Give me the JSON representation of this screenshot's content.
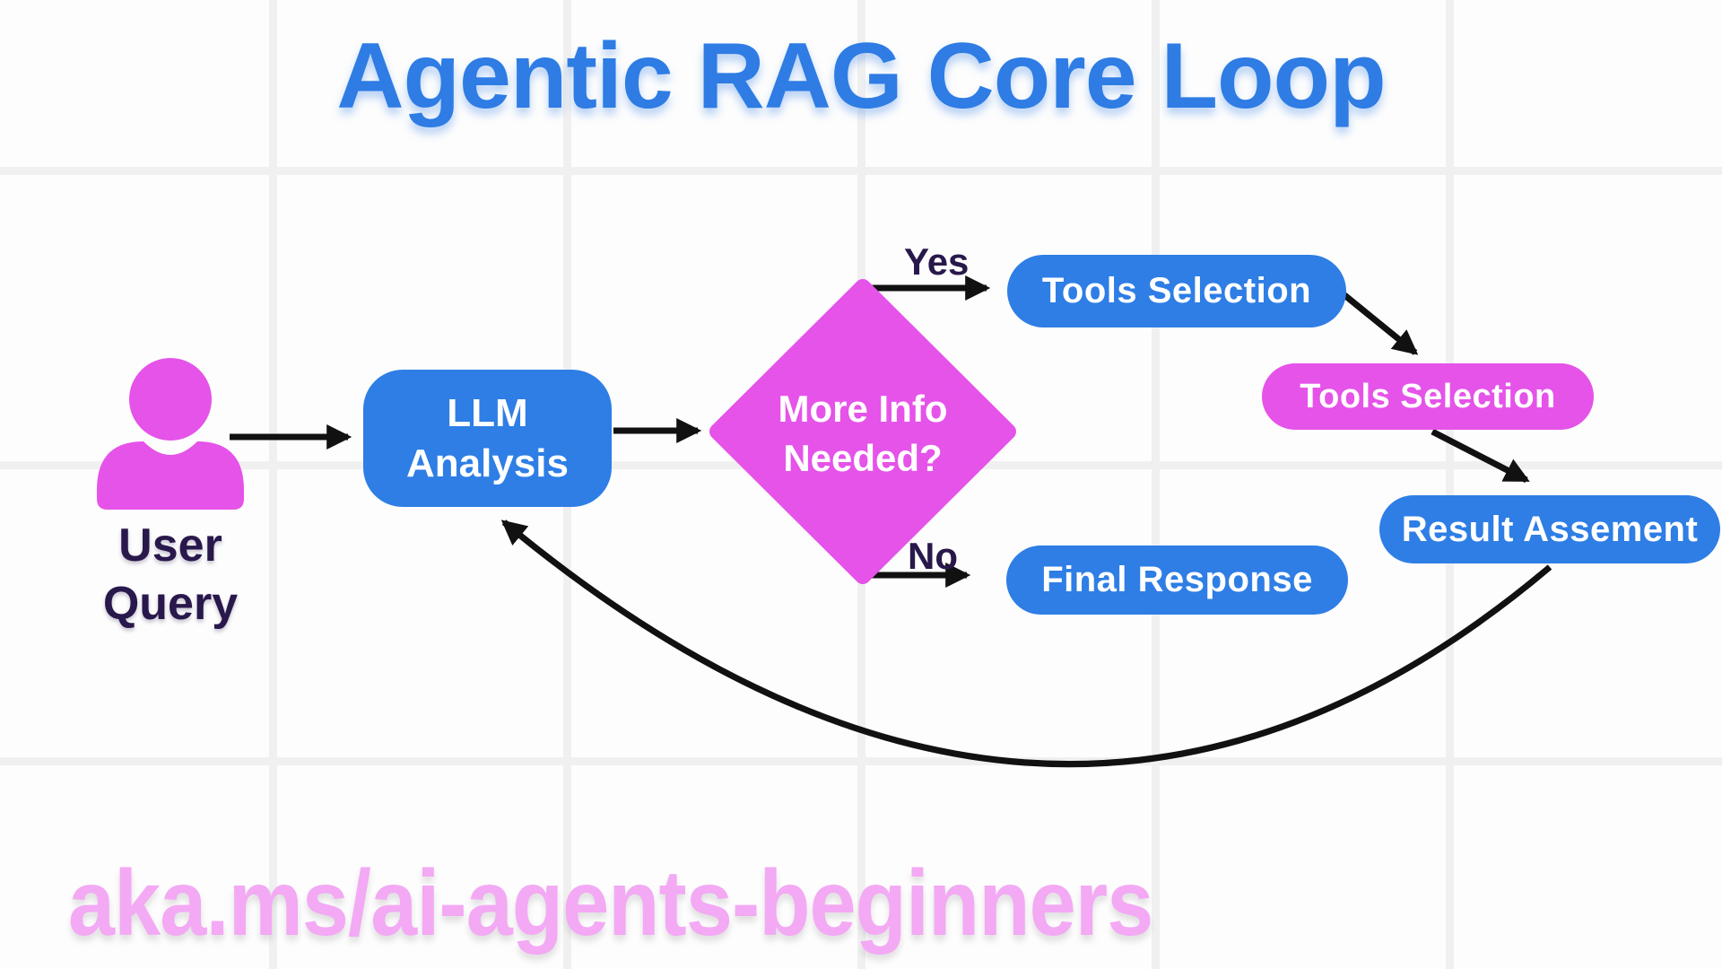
{
  "title": "Agentic RAG Core Loop",
  "nodes": {
    "user": {
      "line1": "User",
      "line2": "Query"
    },
    "llm": {
      "line1": "LLM",
      "line2": "Analysis"
    },
    "decision": {
      "line1": "More Info",
      "line2": "Needed?"
    },
    "tools_blue": {
      "label": "Tools Selection"
    },
    "tools_pink": {
      "label": "Tools Selection"
    },
    "result": {
      "label": "Result Assement"
    },
    "final": {
      "label": "Final Response"
    }
  },
  "edge_labels": {
    "yes": "Yes",
    "no": "No"
  },
  "footer": {
    "link": "aka.ms/ai-agents-beginners"
  },
  "colors": {
    "node_blue": "#2e7ee5",
    "node_magenta": "#e553e9",
    "title_blue": "#2e7ce4",
    "label_dark_purple": "#29184b",
    "footer_pink": "#f3a9f4",
    "arrow_black": "#111111",
    "grid_gray": "#f0f0f0",
    "background": "#fdfdfd"
  }
}
